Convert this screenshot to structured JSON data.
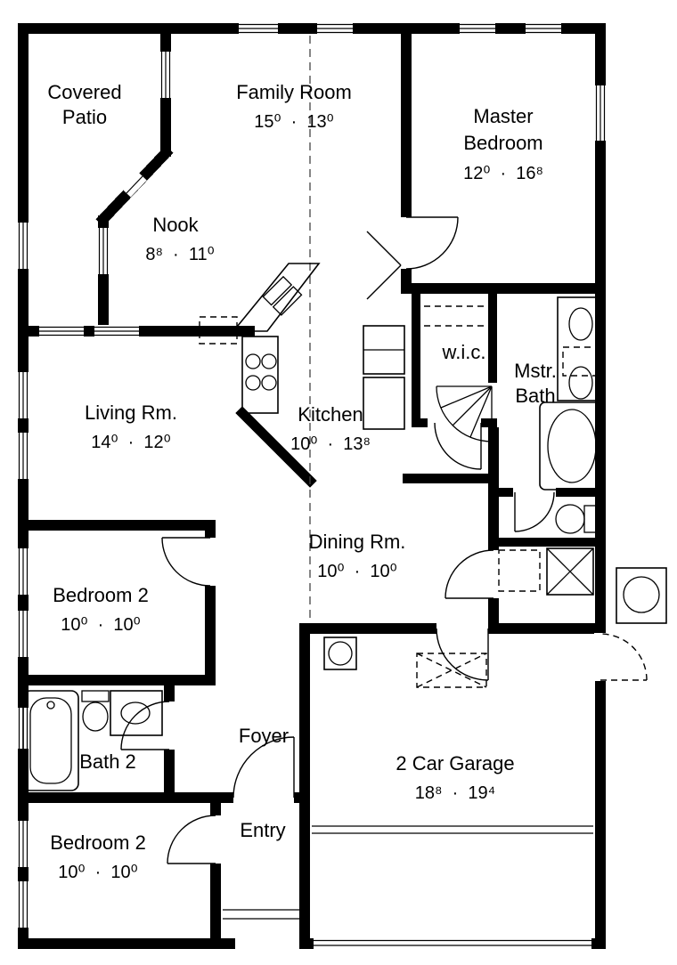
{
  "plan": {
    "background": "#ffffff",
    "wall_color": "#000000"
  },
  "rooms": {
    "covered_patio": {
      "line1": "Covered",
      "line2": "Patio"
    },
    "family_room": {
      "name": "Family Room",
      "dims": "15⁰  ·  13⁰"
    },
    "master_bedroom": {
      "line1": "Master",
      "line2": "Bedroom",
      "dims": "12⁰  ·  16⁸"
    },
    "nook": {
      "name": "Nook",
      "dims": "8⁸  ·  11⁰"
    },
    "wic": {
      "name": "w.i.c."
    },
    "master_bath": {
      "line1": "Mstr.",
      "line2": "Bath"
    },
    "living_room": {
      "name": "Living Rm.",
      "dims": "14⁰  ·  12⁰"
    },
    "kitchen": {
      "name": "Kitchen",
      "dims": "10⁰  ·  13⁸"
    },
    "dining_room": {
      "name": "Dining Rm.",
      "dims": "10⁰  ·  10⁰"
    },
    "bedroom2_upper": {
      "name": "Bedroom 2",
      "dims": "10⁰  ·  10⁰"
    },
    "bath2": {
      "name": "Bath 2"
    },
    "foyer": {
      "name": "Foyer"
    },
    "entry": {
      "name": "Entry"
    },
    "bedroom2_lower": {
      "name": "Bedroom 2",
      "dims": "10⁰  ·  10⁰"
    },
    "garage": {
      "name": "2 Car Garage",
      "dims": "18⁸  ·  19⁴"
    }
  },
  "fixtures": [
    "kitchen-range",
    "kitchen-sink",
    "dishwasher",
    "double-oven",
    "refrigerator",
    "corner-shower",
    "master-tub",
    "master-toilet",
    "double-vanity-sinks",
    "bath2-tub",
    "bath2-toilet",
    "bath2-sink",
    "water-heater",
    "air-handler",
    "ac-condenser",
    "attic-access",
    "linen-closet",
    "garage-door",
    "entry-steps"
  ]
}
